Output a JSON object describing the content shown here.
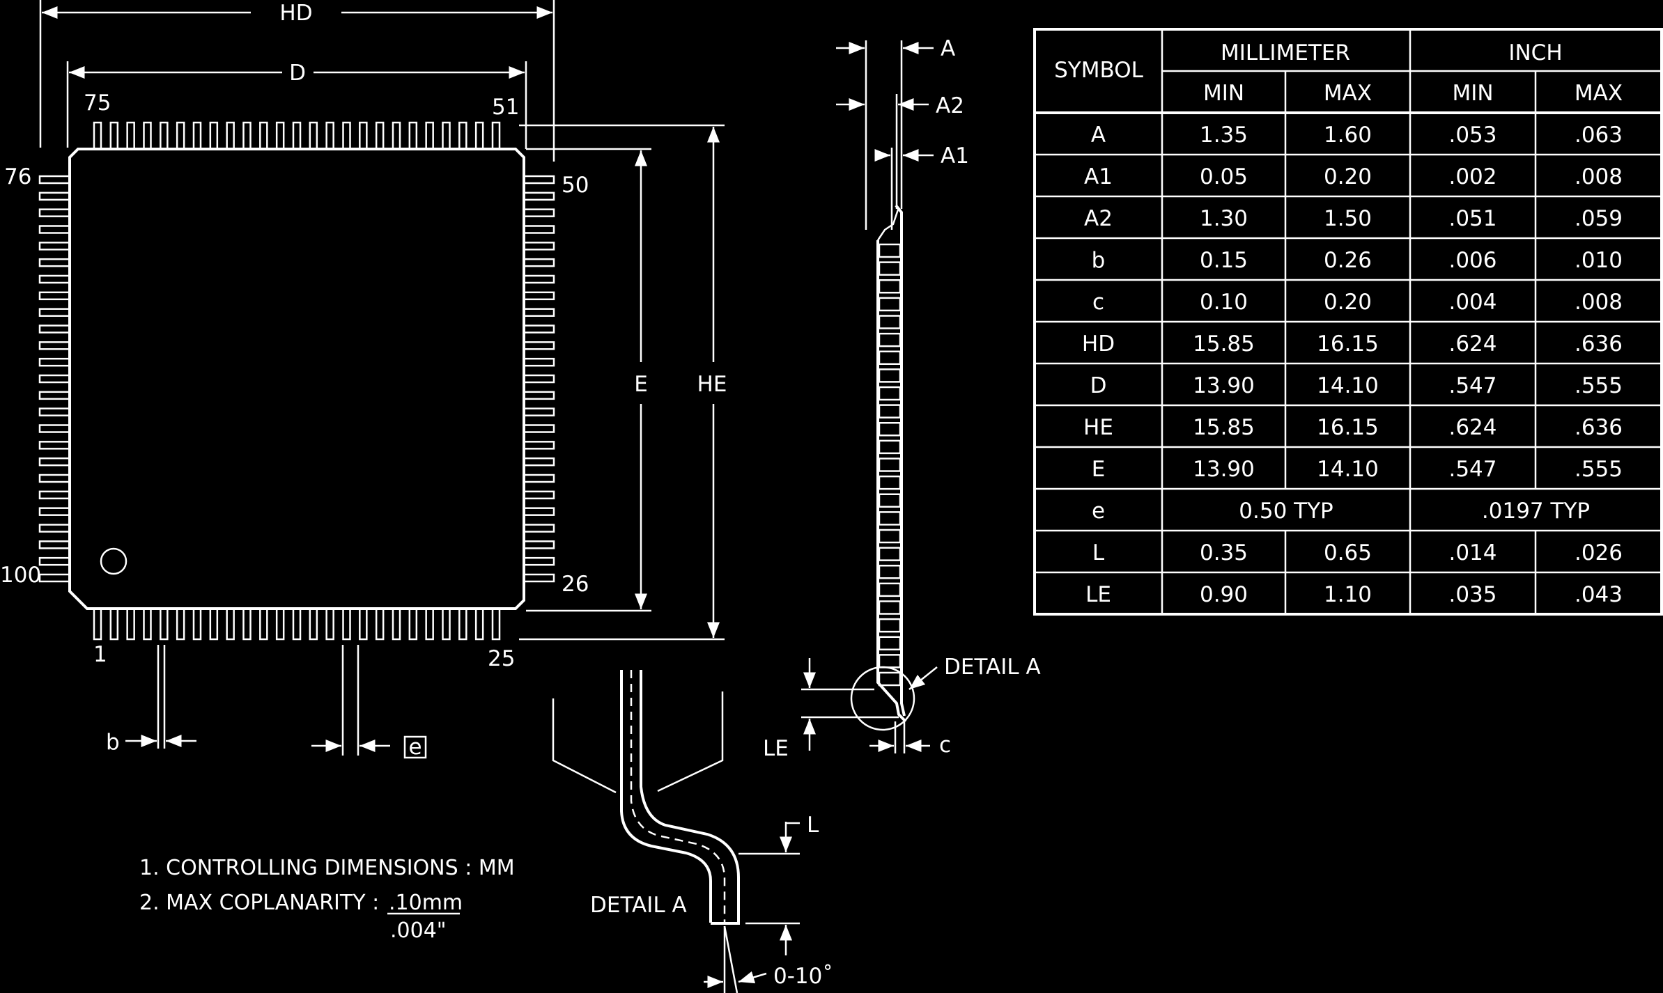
{
  "top_view": {
    "dim_hd": "HD",
    "dim_d": "D",
    "dim_e": "E",
    "dim_he": "HE",
    "dim_b": "b",
    "dim_e_pitch": "e",
    "pin_75": "75",
    "pin_51": "51",
    "pin_76": "76",
    "pin_50": "50",
    "pin_100": "100",
    "pin_26": "26",
    "pin_1": "1",
    "pin_25": "25",
    "pin1_marker": "pin-1-circle-icon"
  },
  "side_view": {
    "dim_a": "A",
    "dim_a2": "A2",
    "dim_a1": "A1",
    "dim_le": "LE",
    "dim_c": "c",
    "detail_callout": "DETAIL A"
  },
  "detail_view": {
    "title": "DETAIL A",
    "dim_l": "L",
    "angle": "0-10˚"
  },
  "notes": {
    "note1": "1. CONTROLLING DIMENSIONS : MM",
    "note2_prefix": "2. MAX COPLANARITY :",
    "note2_mm": ".10mm",
    "note2_inch": ".004\""
  },
  "table": {
    "header_symbol": "SYMBOL",
    "header_mm": "MILLIMETER",
    "header_inch": "INCH",
    "sub": [
      "MIN",
      "MAX",
      "MIN",
      "MAX"
    ],
    "rows": [
      {
        "sym": "A",
        "v": [
          "1.35",
          "1.60",
          ".053",
          ".063"
        ]
      },
      {
        "sym": "A1",
        "v": [
          "0.05",
          "0.20",
          ".002",
          ".008"
        ]
      },
      {
        "sym": "A2",
        "v": [
          "1.30",
          "1.50",
          ".051",
          ".059"
        ]
      },
      {
        "sym": "b",
        "v": [
          "0.15",
          "0.26",
          ".006",
          ".010"
        ]
      },
      {
        "sym": "c",
        "v": [
          "0.10",
          "0.20",
          ".004",
          ".008"
        ]
      },
      {
        "sym": "HD",
        "v": [
          "15.85",
          "16.15",
          ".624",
          ".636"
        ]
      },
      {
        "sym": "D",
        "v": [
          "13.90",
          "14.10",
          ".547",
          ".555"
        ]
      },
      {
        "sym": "HE",
        "v": [
          "15.85",
          "16.15",
          ".624",
          ".636"
        ]
      },
      {
        "sym": "E",
        "v": [
          "13.90",
          "14.10",
          ".547",
          ".555"
        ]
      },
      {
        "sym": "e",
        "typ_mm": "0.50  TYP",
        "typ_inch": ".0197  TYP"
      },
      {
        "sym": "L",
        "v": [
          "0.35",
          "0.65",
          ".014",
          ".026"
        ]
      },
      {
        "sym": "LE",
        "v": [
          "0.90",
          "1.10",
          ".035",
          ".043"
        ]
      }
    ]
  }
}
